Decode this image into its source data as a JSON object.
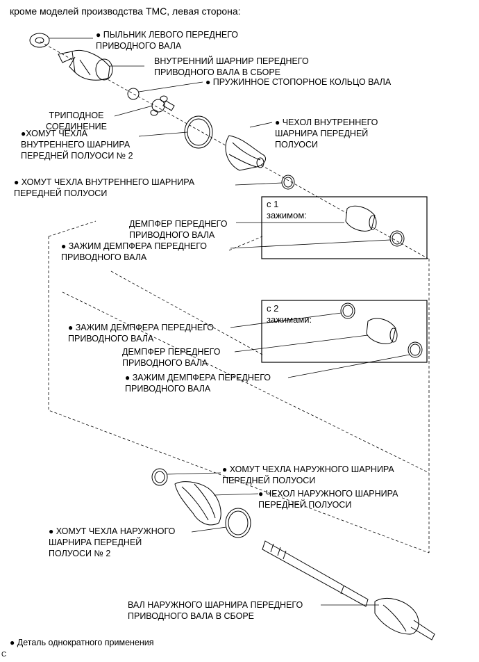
{
  "title": "кроме моделей производства TMC, левая сторона:",
  "bullet_glyph": "●",
  "footer": "Деталь однократного применения",
  "figure_code": "C",
  "variant_boxes": {
    "one_clip": "с 1\nзажимом:",
    "two_clips": "с 2\nзажимами:"
  },
  "labels": {
    "dust_seal": "ПЫЛЬНИК ЛЕВОГО ПЕРЕДНЕГО\nПРИВОДНОГО ВАЛА",
    "inboard_joint": "ВНУТРЕННИЙ ШАРНИР ПЕРЕДНЕГО\nПРИВОДНОГО ВАЛА В СБОРЕ",
    "snap_ring": "ПРУЖИННОЕ СТОПОРНОЕ КОЛЬЦО ВАЛА",
    "tripod": "ТРИПОДНОЕ\nСОЕДИНЕНИЕ",
    "inboard_clamp_2": "ХОМУТ ЧЕХЛА\nВНУТРЕННЕГО ШАРНИРА\nПЕРЕДНЕЙ ПОЛУОСИ № 2",
    "inboard_boot": "ЧЕХОЛ ВНУТРЕННЕГО\nШАРНИРА ПЕРЕДНЕЙ\nПОЛУОСИ",
    "inboard_clamp": "ХОМУТ ЧЕХЛА ВНУТРЕННЕГО ШАРНИРА\nПЕРЕДНЕЙ ПОЛУОСИ",
    "damper_1": "ДЕМПФЕР ПЕРЕДНЕГО\nПРИВОДНОГО ВАЛА",
    "damper_clip_1": "ЗАЖИМ ДЕМПФЕРА ПЕРЕДНЕГО\nПРИВОДНОГО ВАЛА",
    "damper_clip_2a": "ЗАЖИМ ДЕМПФЕРА ПЕРЕДНЕГО\nПРИВОДНОГО ВАЛА",
    "damper_2": "ДЕМПФЕР ПЕРЕДНЕГО\nПРИВОДНОГО ВАЛА",
    "damper_clip_2b": "ЗАЖИМ ДЕМПФЕРА ПЕРЕДНЕГО\nПРИВОДНОГО ВАЛА",
    "outboard_clamp": "ХОМУТ ЧЕХЛА НАРУЖНОГО ШАРНИРА\nПЕРЕДНЕЙ ПОЛУОСИ",
    "outboard_boot": "ЧЕХОЛ НАРУЖНОГО ШАРНИРА\nПЕРЕДНЕЙ ПОЛУОСИ",
    "outboard_clamp_2": "ХОМУТ ЧЕХЛА НАРУЖНОГО\nШАРНИРА ПЕРЕДНЕЙ\nПОЛУОСИ № 2",
    "outboard_shaft": "ВАЛ НАРУЖНОГО ШАРНИРА ПЕРЕДНЕГО\nПРИВОДНОГО ВАЛА В СБОРЕ"
  }
}
